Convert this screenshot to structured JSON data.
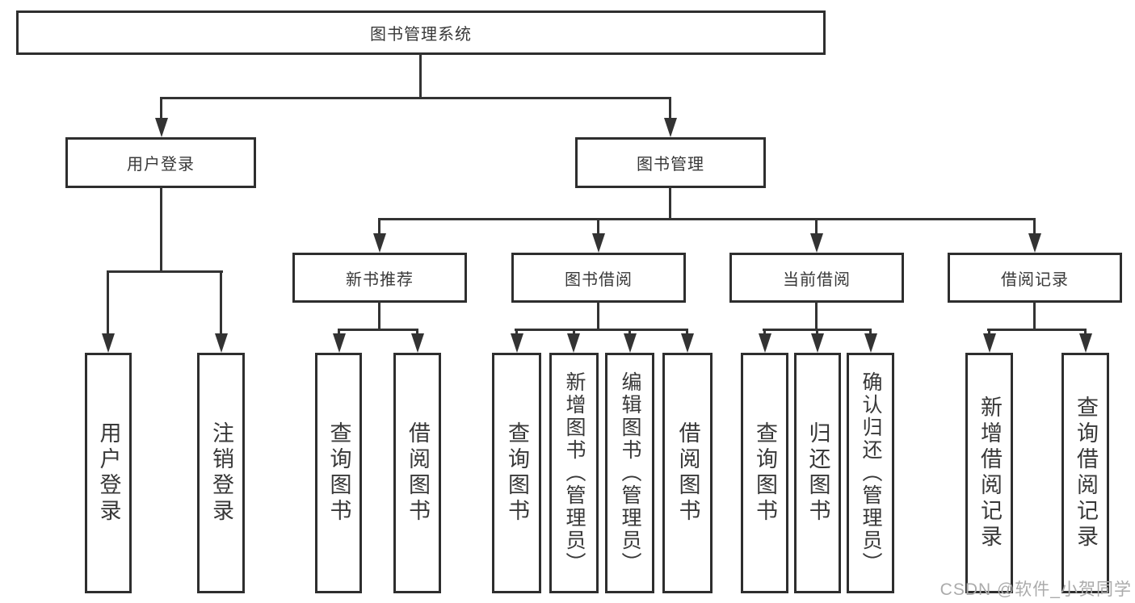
{
  "diagram": {
    "title": "图书管理系统",
    "branches": [
      {
        "label": "用户登录",
        "leaves": [
          "用户登录",
          "注销登录"
        ]
      },
      {
        "label": "图书管理",
        "groups": [
          {
            "label": "新书推荐",
            "leaves": [
              "查询图书",
              "借阅图书"
            ]
          },
          {
            "label": "图书借阅",
            "leaves": [
              "查询图书",
              "新增图书（管理员）",
              "编辑图书（管理员）",
              "借阅图书"
            ]
          },
          {
            "label": "当前借阅",
            "leaves": [
              "查询图书",
              "归还图书",
              "确认归还（管理员）"
            ]
          },
          {
            "label": "借阅记录",
            "leaves": [
              "新增借阅记录",
              "查询借阅记录"
            ]
          }
        ]
      }
    ]
  },
  "watermark": {
    "text": "CSDN @软件_小贺同学"
  },
  "colors": {
    "line": "#333333",
    "box_border": "#2e2e2e",
    "text": "#383838",
    "watermark": "#ababab",
    "background": "#ffffff"
  }
}
